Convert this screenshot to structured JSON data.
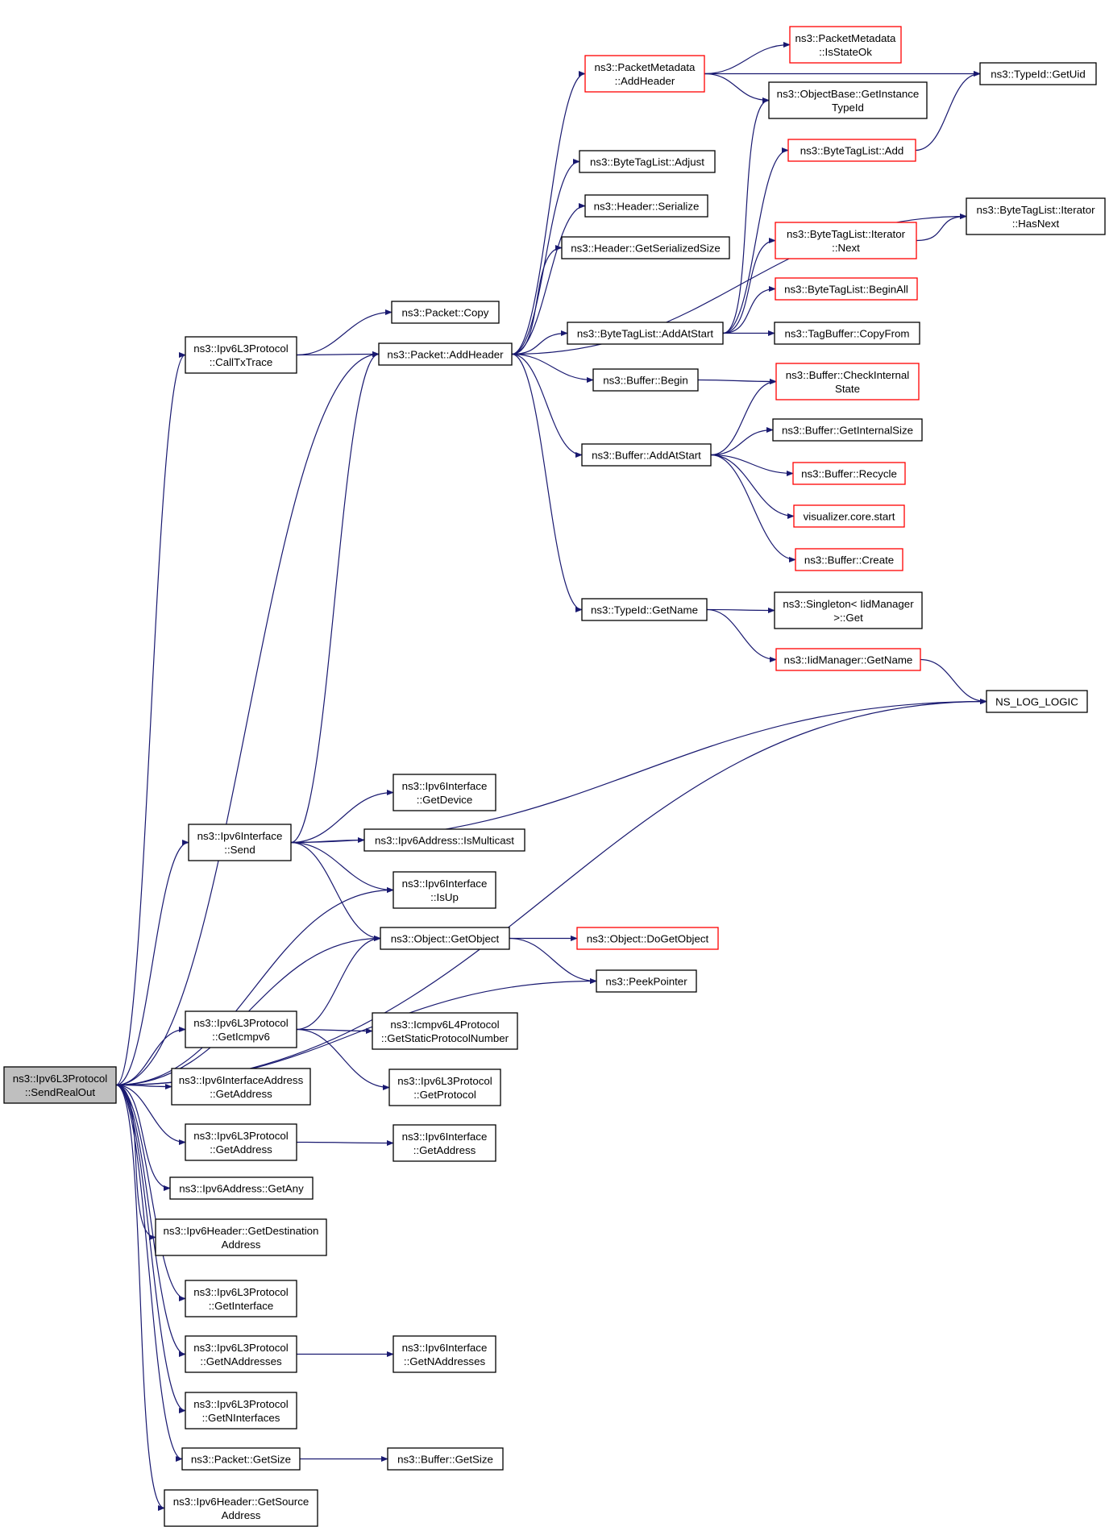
{
  "colors": {
    "background": "#ffffff",
    "edge": "#191970",
    "node_border": "#000000",
    "node_border_incomplete": "#ff0000",
    "root_fill": "#bfbfbf",
    "node_fill": "#ffffff",
    "text": "#000000"
  },
  "graph": {
    "root": "ns3::Ipv6L3Protocol::SendRealOut",
    "nodes": {
      "root": {
        "lines": [
          "ns3::Ipv6L3Protocol",
          "::SendRealOut"
        ],
        "style": "root"
      },
      "callTx": {
        "lines": [
          "ns3::Ipv6L3Protocol",
          "::CallTxTrace"
        ]
      },
      "pktCopy": {
        "lines": [
          "ns3::Packet::Copy"
        ]
      },
      "pktAddHeader": {
        "lines": [
          "ns3::Packet::AddHeader"
        ]
      },
      "pmAddHeader": {
        "lines": [
          "ns3::PacketMetadata",
          "::AddHeader"
        ],
        "style": "incomplete"
      },
      "pmIsStateOk": {
        "lines": [
          "ns3::PacketMetadata",
          "::IsStateOk"
        ],
        "style": "incomplete"
      },
      "typeIdGetUid": {
        "lines": [
          "ns3::TypeId::GetUid"
        ]
      },
      "objBaseGetInstance": {
        "lines": [
          "ns3::ObjectBase::GetInstance",
          "TypeId"
        ]
      },
      "btlAdjust": {
        "lines": [
          "ns3::ByteTagList::Adjust"
        ]
      },
      "btlAdd": {
        "lines": [
          "ns3::ByteTagList::Add"
        ],
        "style": "incomplete"
      },
      "hdrSerialize": {
        "lines": [
          "ns3::Header::Serialize"
        ]
      },
      "btlIterHasNext": {
        "lines": [
          "ns3::ByteTagList::Iterator",
          "::HasNext"
        ]
      },
      "hdrGetSerSize": {
        "lines": [
          "ns3::Header::GetSerializedSize"
        ]
      },
      "btlIterNext": {
        "lines": [
          "ns3::ByteTagList::Iterator",
          "::Next"
        ],
        "style": "incomplete"
      },
      "btlBeginAll": {
        "lines": [
          "ns3::ByteTagList::BeginAll"
        ],
        "style": "incomplete"
      },
      "btlAddAtStart": {
        "lines": [
          "ns3::ByteTagList::AddAtStart"
        ]
      },
      "tagBufCopyFrom": {
        "lines": [
          "ns3::TagBuffer::CopyFrom"
        ]
      },
      "bufBegin": {
        "lines": [
          "ns3::Buffer::Begin"
        ]
      },
      "bufCheckInternal": {
        "lines": [
          "ns3::Buffer::CheckInternal",
          "State"
        ],
        "style": "incomplete"
      },
      "bufGetInternalSize": {
        "lines": [
          "ns3::Buffer::GetInternalSize"
        ]
      },
      "bufAddAtStart": {
        "lines": [
          "ns3::Buffer::AddAtStart"
        ]
      },
      "bufRecycle": {
        "lines": [
          "ns3::Buffer::Recycle"
        ],
        "style": "incomplete"
      },
      "vizStart": {
        "lines": [
          "visualizer.core.start"
        ],
        "style": "incomplete"
      },
      "bufCreate": {
        "lines": [
          "ns3::Buffer::Create"
        ],
        "style": "incomplete"
      },
      "typeIdGetName": {
        "lines": [
          "ns3::TypeId::GetName"
        ]
      },
      "singletonGet": {
        "lines": [
          "ns3::Singleton< IidManager",
          " >::Get"
        ]
      },
      "iidGetName": {
        "lines": [
          "ns3::IidManager::GetName"
        ],
        "style": "incomplete"
      },
      "nsLogLogic": {
        "lines": [
          "NS_LOG_LOGIC"
        ]
      },
      "ifGetDevice": {
        "lines": [
          "ns3::Ipv6Interface",
          "::GetDevice"
        ]
      },
      "ifSend": {
        "lines": [
          "ns3::Ipv6Interface",
          "::Send"
        ]
      },
      "addrIsMulticast": {
        "lines": [
          "ns3::Ipv6Address::IsMulticast"
        ]
      },
      "ifIsUp": {
        "lines": [
          "ns3::Ipv6Interface",
          "::IsUp"
        ]
      },
      "objGetObject": {
        "lines": [
          "ns3::Object::GetObject"
        ]
      },
      "objDoGetObject": {
        "lines": [
          "ns3::Object::DoGetObject"
        ],
        "style": "incomplete"
      },
      "peekPointer": {
        "lines": [
          "ns3::PeekPointer"
        ]
      },
      "l3GetIcmpv6": {
        "lines": [
          "ns3::Ipv6L3Protocol",
          "::GetIcmpv6"
        ]
      },
      "icmpGetStatic": {
        "lines": [
          "ns3::Icmpv6L4Protocol",
          "::GetStaticProtocolNumber"
        ]
      },
      "ifAddrGetAddress": {
        "lines": [
          "ns3::Ipv6InterfaceAddress",
          "::GetAddress"
        ]
      },
      "l3GetProtocol": {
        "lines": [
          "ns3::Ipv6L3Protocol",
          "::GetProtocol"
        ]
      },
      "l3GetAddress": {
        "lines": [
          "ns3::Ipv6L3Protocol",
          "::GetAddress"
        ]
      },
      "ifGetAddress": {
        "lines": [
          "ns3::Ipv6Interface",
          "::GetAddress"
        ]
      },
      "addrGetAny": {
        "lines": [
          "ns3::Ipv6Address::GetAny"
        ]
      },
      "hdrGetDest": {
        "lines": [
          "ns3::Ipv6Header::GetDestination",
          "Address"
        ]
      },
      "l3GetInterface": {
        "lines": [
          "ns3::Ipv6L3Protocol",
          "::GetInterface"
        ]
      },
      "l3GetNAddresses": {
        "lines": [
          "ns3::Ipv6L3Protocol",
          "::GetNAddresses"
        ]
      },
      "ifGetNAddresses": {
        "lines": [
          "ns3::Ipv6Interface",
          "::GetNAddresses"
        ]
      },
      "l3GetNInterfaces": {
        "lines": [
          "ns3::Ipv6L3Protocol",
          "::GetNInterfaces"
        ]
      },
      "pktGetSize": {
        "lines": [
          "ns3::Packet::GetSize"
        ]
      },
      "bufGetSize": {
        "lines": [
          "ns3::Buffer::GetSize"
        ]
      },
      "hdrGetSource": {
        "lines": [
          "ns3::Ipv6Header::GetSource",
          "Address"
        ]
      }
    },
    "edges": [
      [
        "root",
        "callTx"
      ],
      [
        "root",
        "pktAddHeader"
      ],
      [
        "root",
        "nsLogLogic"
      ],
      [
        "root",
        "ifSend"
      ],
      [
        "root",
        "ifIsUp"
      ],
      [
        "root",
        "objGetObject"
      ],
      [
        "root",
        "peekPointer"
      ],
      [
        "root",
        "l3GetIcmpv6"
      ],
      [
        "root",
        "ifAddrGetAddress"
      ],
      [
        "root",
        "l3GetAddress"
      ],
      [
        "root",
        "addrGetAny"
      ],
      [
        "root",
        "hdrGetDest"
      ],
      [
        "root",
        "l3GetInterface"
      ],
      [
        "root",
        "l3GetNAddresses"
      ],
      [
        "root",
        "l3GetNInterfaces"
      ],
      [
        "root",
        "pktGetSize"
      ],
      [
        "root",
        "hdrGetSource"
      ],
      [
        "callTx",
        "pktCopy"
      ],
      [
        "callTx",
        "pktAddHeader"
      ],
      [
        "pktAddHeader",
        "pmAddHeader"
      ],
      [
        "pktAddHeader",
        "btlAdjust"
      ],
      [
        "pktAddHeader",
        "hdrSerialize"
      ],
      [
        "pktAddHeader",
        "hdrGetSerSize"
      ],
      [
        "pktAddHeader",
        "btlAddAtStart"
      ],
      [
        "pktAddHeader",
        "bufBegin"
      ],
      [
        "pktAddHeader",
        "bufAddAtStart"
      ],
      [
        "pktAddHeader",
        "typeIdGetName"
      ],
      [
        "pktAddHeader",
        "btlIterHasNext"
      ],
      [
        "pmAddHeader",
        "pmIsStateOk"
      ],
      [
        "pmAddHeader",
        "typeIdGetUid"
      ],
      [
        "pmAddHeader",
        "objBaseGetInstance"
      ],
      [
        "btlAdd",
        "typeIdGetUid"
      ],
      [
        "btlAddAtStart",
        "btlAdd"
      ],
      [
        "btlAddAtStart",
        "btlIterNext"
      ],
      [
        "btlAddAtStart",
        "btlBeginAll"
      ],
      [
        "btlAddAtStart",
        "tagBufCopyFrom"
      ],
      [
        "btlAddAtStart",
        "objBaseGetInstance"
      ],
      [
        "btlIterNext",
        "btlIterHasNext"
      ],
      [
        "bufBegin",
        "bufCheckInternal"
      ],
      [
        "bufAddAtStart",
        "bufCheckInternal"
      ],
      [
        "bufAddAtStart",
        "bufGetInternalSize"
      ],
      [
        "bufAddAtStart",
        "bufRecycle"
      ],
      [
        "bufAddAtStart",
        "vizStart"
      ],
      [
        "bufAddAtStart",
        "bufCreate"
      ],
      [
        "typeIdGetName",
        "singletonGet"
      ],
      [
        "typeIdGetName",
        "iidGetName"
      ],
      [
        "iidGetName",
        "nsLogLogic"
      ],
      [
        "ifSend",
        "pktAddHeader"
      ],
      [
        "ifSend",
        "nsLogLogic"
      ],
      [
        "ifSend",
        "ifGetDevice"
      ],
      [
        "ifSend",
        "addrIsMulticast"
      ],
      [
        "ifSend",
        "ifIsUp"
      ],
      [
        "ifSend",
        "objGetObject"
      ],
      [
        "objGetObject",
        "objDoGetObject"
      ],
      [
        "objGetObject",
        "peekPointer"
      ],
      [
        "l3GetIcmpv6",
        "objGetObject"
      ],
      [
        "l3GetIcmpv6",
        "icmpGetStatic"
      ],
      [
        "l3GetIcmpv6",
        "l3GetProtocol"
      ],
      [
        "l3GetAddress",
        "ifGetAddress"
      ],
      [
        "l3GetNAddresses",
        "ifGetNAddresses"
      ],
      [
        "pktGetSize",
        "bufGetSize"
      ]
    ]
  }
}
